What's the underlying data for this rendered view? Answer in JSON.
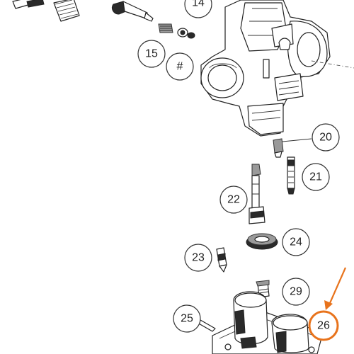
{
  "callouts": {
    "c14": "14",
    "c15": "15",
    "chash": "#",
    "c20": "20",
    "c21": "21",
    "c22": "22",
    "c23": "23",
    "c24": "24",
    "c25": "25",
    "c26": "26",
    "c29": "29"
  },
  "highlight": {
    "target": "26",
    "color": "#e8731c"
  }
}
